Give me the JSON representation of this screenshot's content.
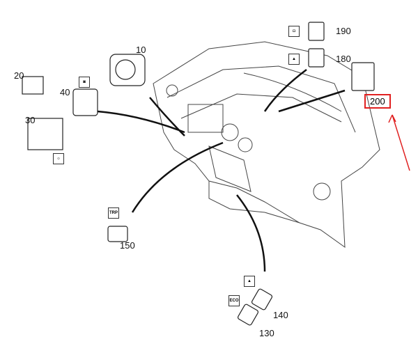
{
  "callouts": {
    "p10": "10",
    "p20": "20",
    "p30": "30",
    "p40": "40",
    "p130": "130",
    "p140": "140",
    "p150": "150",
    "p180": "180",
    "p190": "190",
    "p200": "200"
  },
  "icon_labels": {
    "trip": "TRP",
    "eco": "ECO"
  },
  "colors": {
    "highlight": "#e02020",
    "line": "#222222"
  }
}
